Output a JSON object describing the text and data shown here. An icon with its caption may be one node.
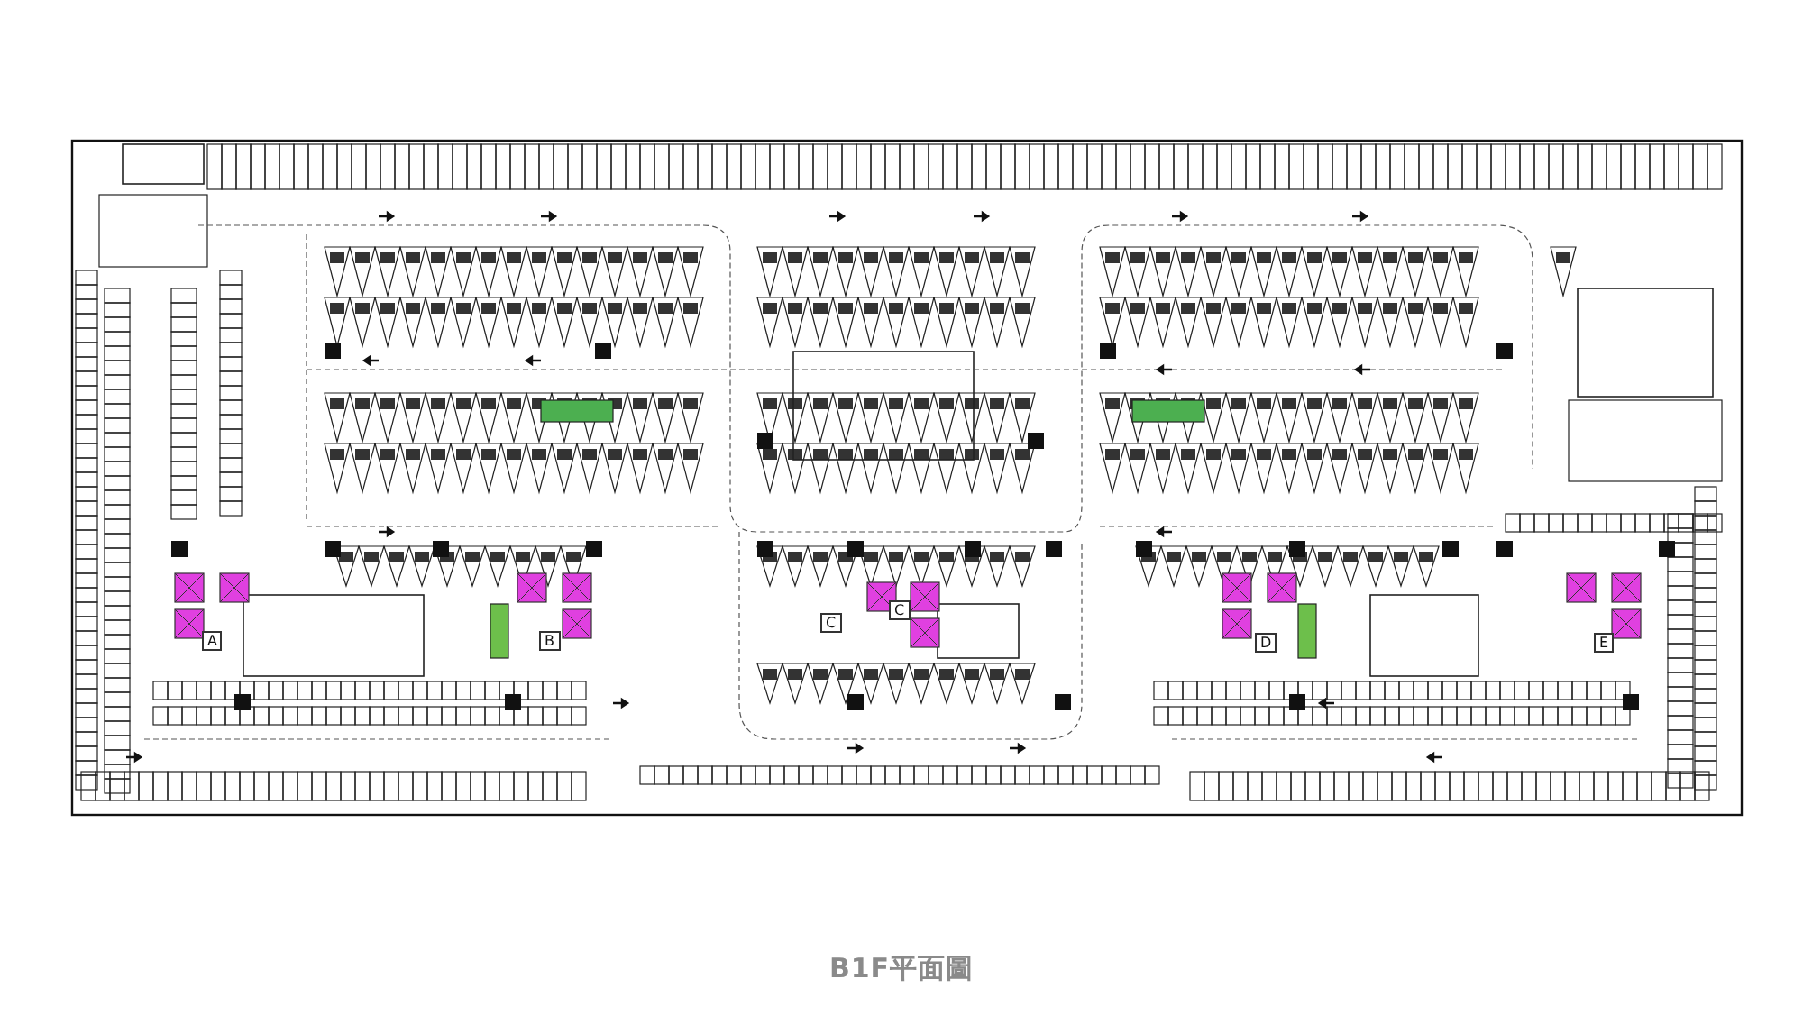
{
  "diagram": {
    "caption": "B1F平面圖",
    "labels": [
      "A",
      "B",
      "C",
      "C",
      "D",
      "E"
    ]
  }
}
